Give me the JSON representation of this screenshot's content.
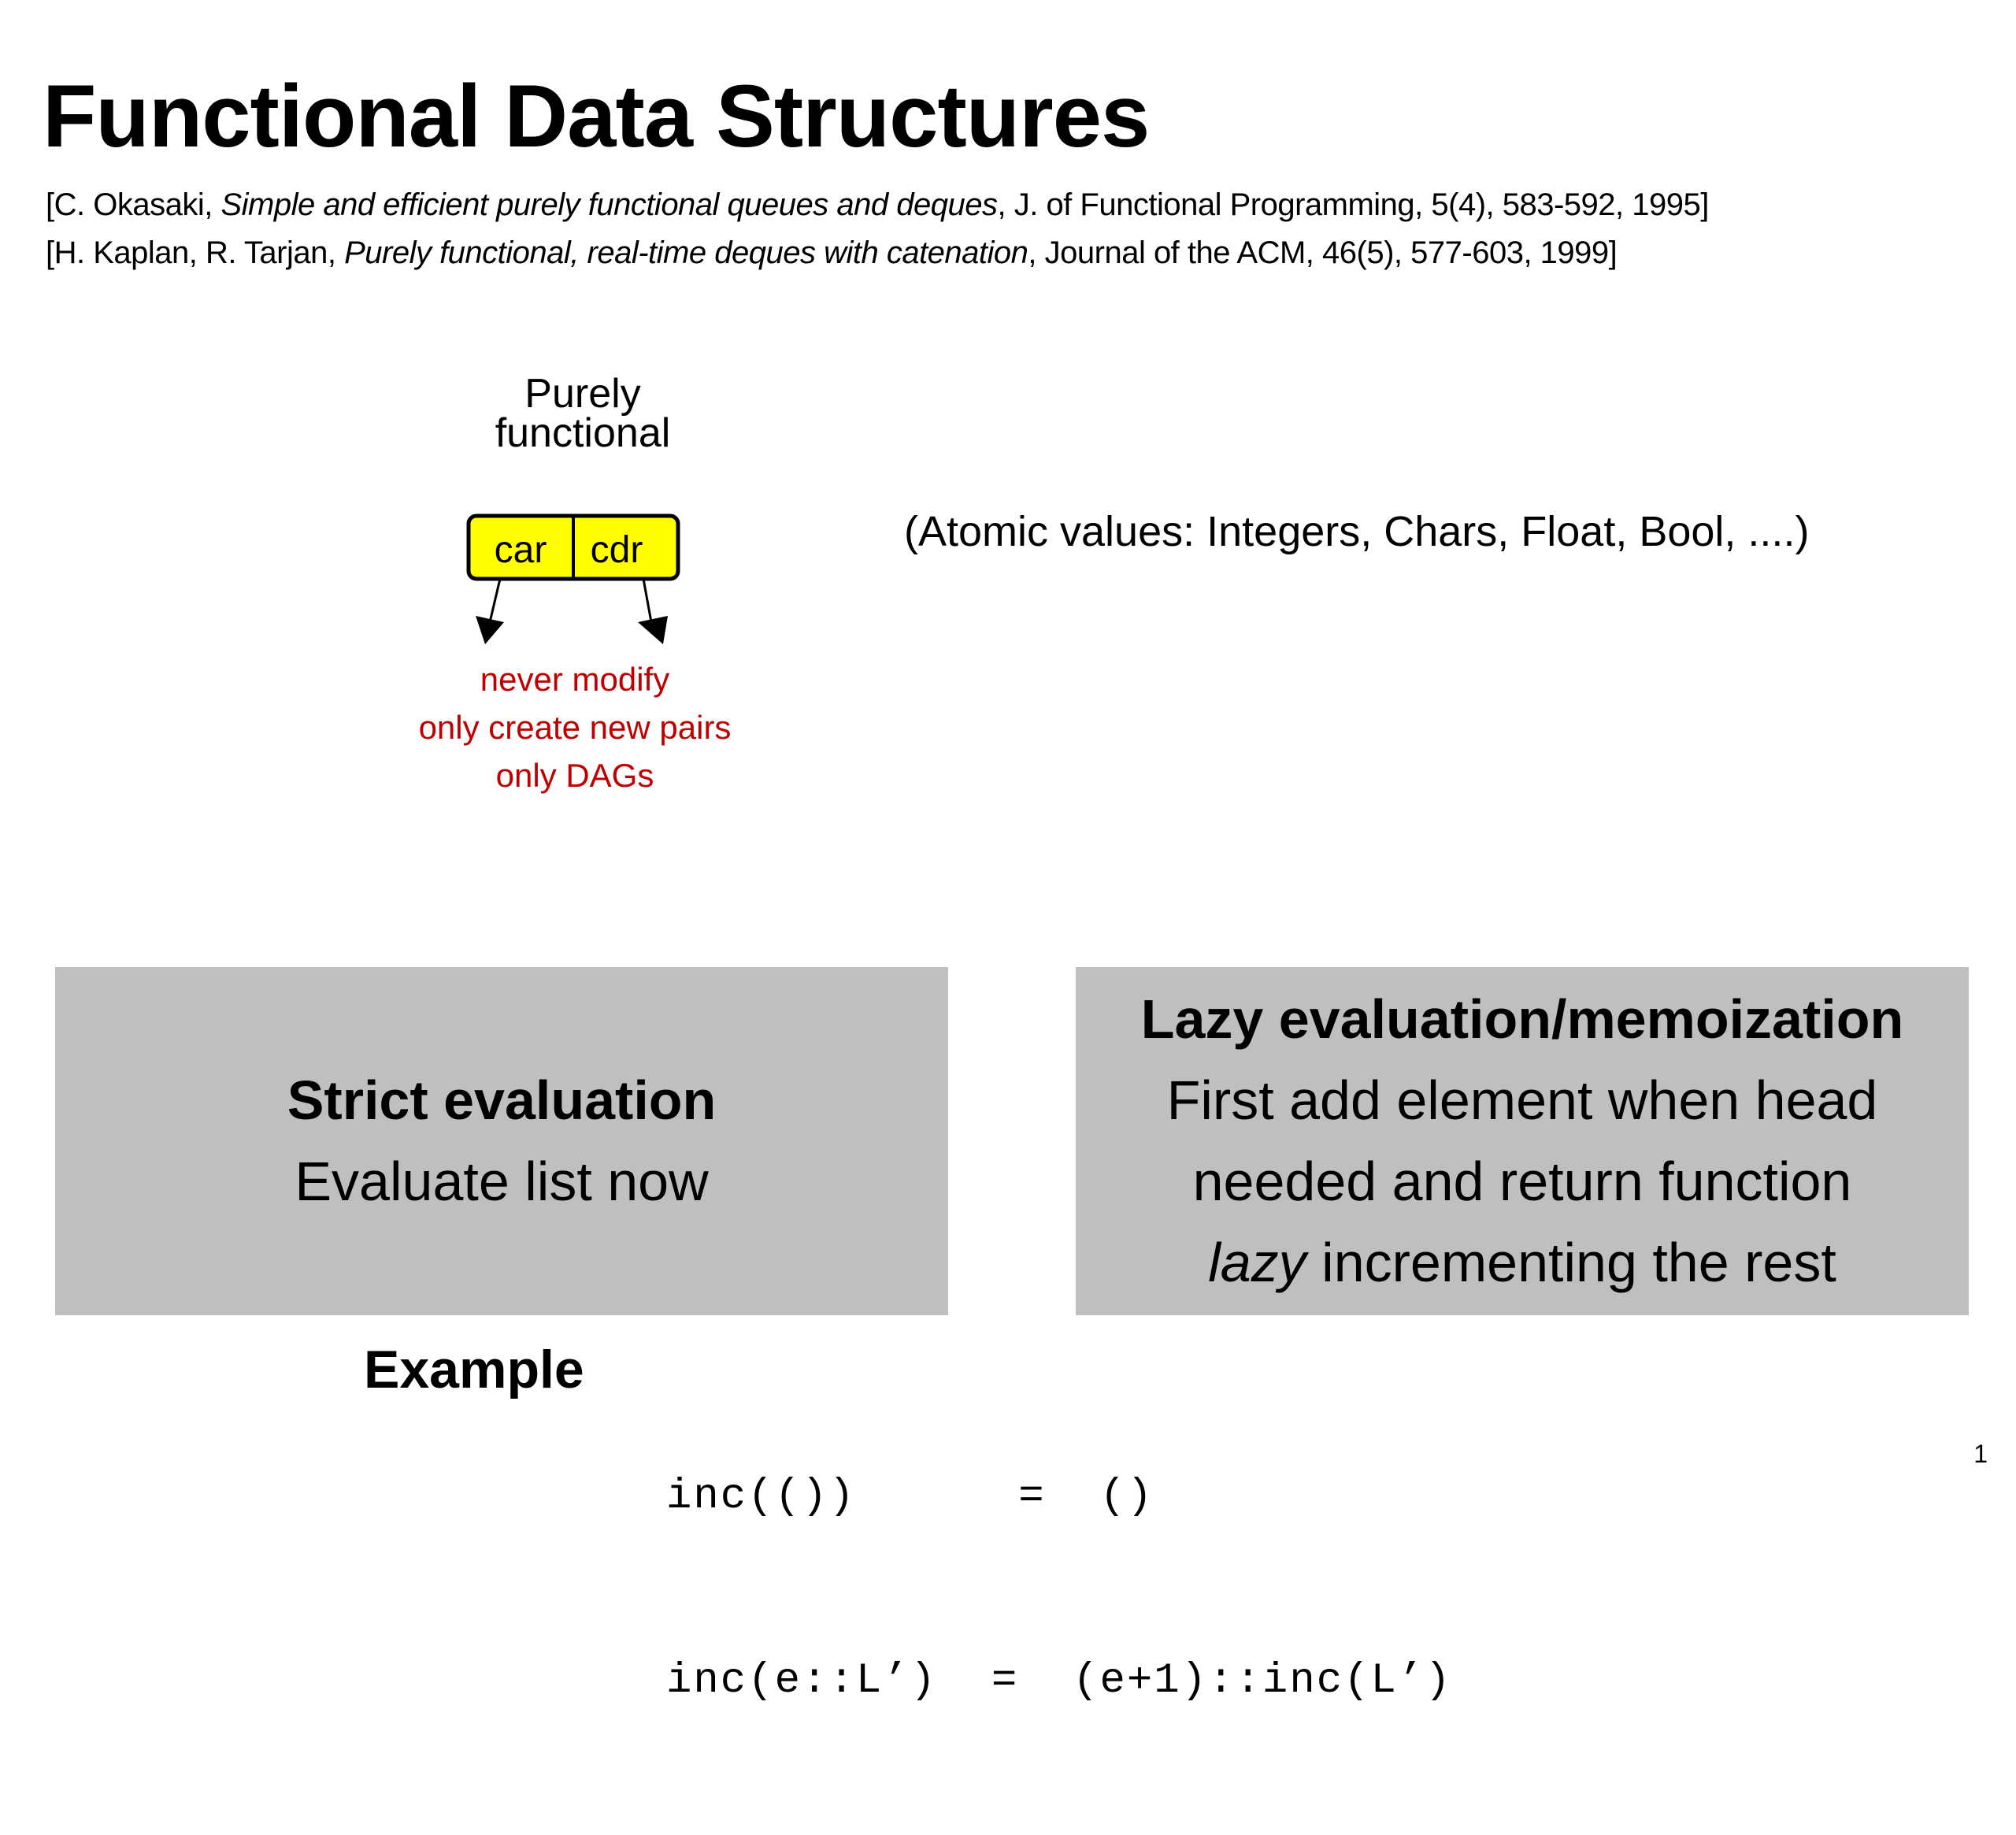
{
  "slide": {
    "title": "Functional Data Structures",
    "references": [
      {
        "before": "[C. Okasaki, ",
        "italic": "Simple and efficient purely functional queues and deques",
        "after": ", J. of Functional Programming, 5(4), 583-592, 1995]"
      },
      {
        "before": "[H. Kaplan,  R. Tarjan, ",
        "italic": "Purely functional, real-time deques with catenation",
        "after": ", Journal of the ACM, 46(5), 577-603, 1999]"
      }
    ],
    "purely_functional": [
      "Purely",
      "functional"
    ],
    "pair": {
      "left_label": "car",
      "right_label": "cdr",
      "fill_color": "#ffff00"
    },
    "rules": [
      "never modify",
      "only create new pairs",
      "only DAGs"
    ],
    "rules_color": "#c00000",
    "atomic_values": "(Atomic values: Integers, Chars, Float, Bool, ....)",
    "strict_box": {
      "title": "Strict evaluation",
      "line": "Evaluate list now"
    },
    "lazy_box": {
      "title": "Lazy evaluation/memoization",
      "line1": "First add element when head",
      "line2": "needed and return function",
      "line3_italic": "lazy",
      "line3_rest": " incrementing the rest"
    },
    "box_color": "#bfbfbf",
    "example_label": "Example",
    "code_lines": [
      "inc(())      =  ()",
      "inc(e::L’)  =  (e+1)::inc(L’)"
    ],
    "page_number": "1"
  }
}
